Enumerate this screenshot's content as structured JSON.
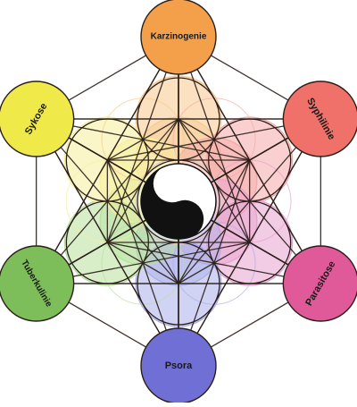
{
  "diagram": {
    "outer_nodes": [
      {
        "id": "top",
        "label": "Karzinogenie",
        "color": "#f4a04a"
      },
      {
        "id": "upper-right",
        "label": "Syphilinie",
        "color": "#f0716a"
      },
      {
        "id": "lower-right",
        "label": "Parasitose",
        "color": "#e05a9a"
      },
      {
        "id": "bottom",
        "label": "Psora",
        "color": "#6f6fd6"
      },
      {
        "id": "lower-left",
        "label": "Tuberkulinie",
        "color": "#7dbe5a"
      },
      {
        "id": "upper-left",
        "label": "Sykose",
        "color": "#f0e94a"
      }
    ],
    "inner_petal_colors": [
      "#f7c98d",
      "#f5a8a8",
      "#e8a0cf",
      "#a9aee9",
      "#b6e09c",
      "#f6ef9a"
    ],
    "line_color": "#2b1f1a",
    "center_symbol": "yin-yang"
  }
}
